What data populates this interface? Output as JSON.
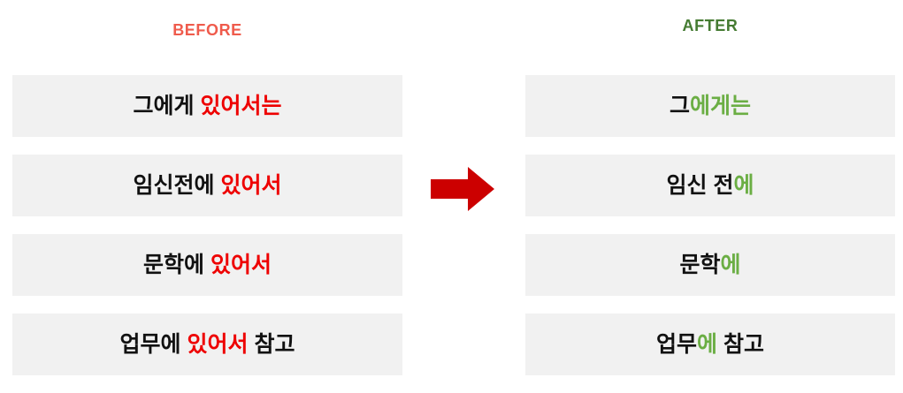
{
  "columns": {
    "before": {
      "heading": "BEFORE",
      "heading_color": "#ef5b4c",
      "mark_color": "#ee0000",
      "rows": [
        {
          "plain_lead": "그에게 ",
          "mark": "있어서는",
          "plain_tail": ""
        },
        {
          "plain_lead": "임신전에 ",
          "mark": "있어서",
          "plain_tail": ""
        },
        {
          "plain_lead": "문학에 ",
          "mark": "있어서",
          "plain_tail": ""
        },
        {
          "plain_lead": "업무에 ",
          "mark": "있어서",
          "plain_tail": " 참고"
        }
      ]
    },
    "after": {
      "heading": "AFTER",
      "heading_color": "#457b32",
      "mark_color": "#6bae44",
      "rows": [
        {
          "plain_lead": "그",
          "mark": "에게는",
          "plain_tail": ""
        },
        {
          "plain_lead": "임신 전",
          "mark": "에",
          "plain_tail": ""
        },
        {
          "plain_lead": "문학",
          "mark": "에",
          "plain_tail": ""
        },
        {
          "plain_lead": "업무",
          "mark": "에",
          "plain_tail": " 참고"
        }
      ]
    }
  },
  "arrow": {
    "icon": "arrow-right-icon",
    "color": "#cc0000",
    "direction": "right"
  },
  "canvas": {
    "background": "#ffffff",
    "row_background": "#f1f1f1"
  }
}
